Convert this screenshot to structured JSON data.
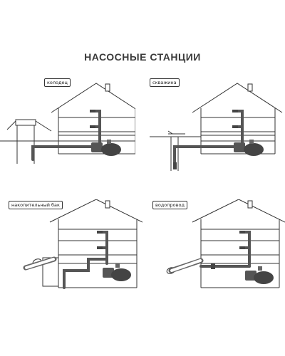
{
  "title": "НАСОСНЫЕ СТАНЦИИ",
  "panels": [
    {
      "label": "колодец"
    },
    {
      "label": "скважина"
    },
    {
      "label": "накопительный бак"
    },
    {
      "label": "водопровод"
    }
  ]
}
